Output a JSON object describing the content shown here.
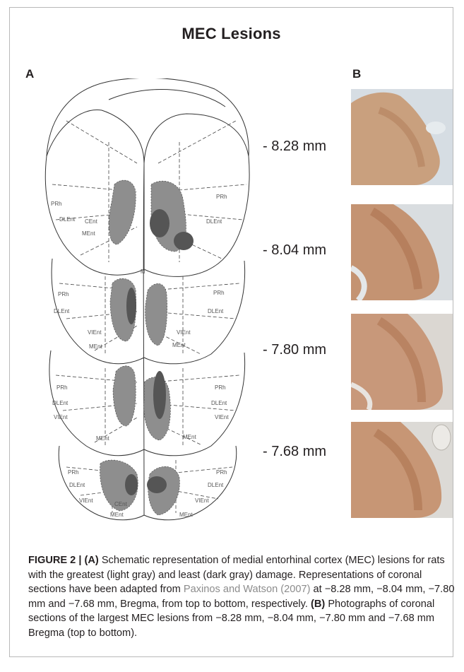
{
  "figure": {
    "title": "MEC Lesions",
    "panel_a": "A",
    "panel_b": "B",
    "levels": [
      "- 8.28 mm",
      "- 8.04 mm",
      "- 7.80 mm",
      "- 7.68 mm"
    ],
    "regions": {
      "prh": "PRh",
      "dlent": "DLEnt",
      "ment": "MEnt",
      "vient": "VIEnt",
      "cent": "CEnt",
      "m": "M"
    },
    "colors": {
      "light_lesion": "#8e8e8e",
      "dark_lesion": "#555555",
      "photo_tissue": "#c99a78",
      "photo_bg": "#d4dde5"
    }
  },
  "caption": {
    "label": "FIGURE 2 | ",
    "a_marker": "(A)",
    "a_text_1": " Schematic representation of medial entorhinal cortex (MEC) lesions for rats with the greatest (light gray) and least (dark gray) damage. Representations of coronal sections have been adapted from ",
    "ref": "Paxinos and Watson (2007)",
    "a_text_2": " at −8.28 mm, −8.04 mm, −7.80 mm and −7.68 mm, Bregma, from top to bottom, respectively. ",
    "b_marker": "(B)",
    "b_text": " Photographs of coronal sections of the largest MEC lesions from −8.28 mm, −8.04 mm, −7.80 mm and −7.68 mm Bregma (top to bottom)."
  }
}
